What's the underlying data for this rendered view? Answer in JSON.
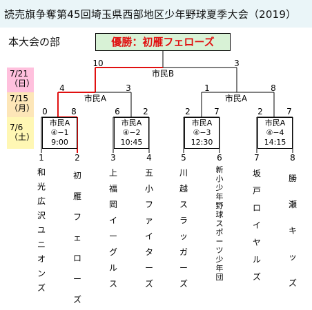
{
  "header": {
    "title": "読売旗争奪第45回埼玉県西部地区少年野球夏季大会（2019）",
    "section": "本大会の部",
    "champion_label": "優勝：初雁フェローズ"
  },
  "dates": [
    "7/21\n（日）",
    "7/15\n（月）",
    "7/6\n（土）"
  ],
  "bracket": {
    "final": {
      "label": "市民B",
      "score_left": "10",
      "score_right": "3"
    },
    "semis": [
      {
        "label": "市民A",
        "score_left": "4",
        "score_right": "3"
      },
      {
        "label": "市民A",
        "score_left": "1",
        "score_right": "8"
      }
    ],
    "quarters": [
      {
        "score_left": "0",
        "score_right": "8",
        "venue": "市民A",
        "game": "④−1",
        "time": "9:00"
      },
      {
        "score_left": "6",
        "score_right": "2",
        "venue": "市民A",
        "game": "④−2",
        "time": "10:45"
      },
      {
        "score_left": "2",
        "score_right": "7",
        "venue": "市民A",
        "game": "④−3",
        "time": "12:30"
      },
      {
        "score_left": "2",
        "score_right": "7",
        "venue": "市民A",
        "game": "④−4",
        "time": "14:15"
      }
    ]
  },
  "teams": [
    {
      "number": "1",
      "name": "和光広沢ユニオンズ"
    },
    {
      "number": "2",
      "name": "初雁フェローズ"
    },
    {
      "number": "3",
      "name": "上福岡イーグルス"
    },
    {
      "number": "4",
      "name": "五小ファイターズ"
    },
    {
      "number": "5",
      "name": "川越スラッガーズ"
    },
    {
      "number": "6",
      "name": "新小少年野球スポーツ少年団"
    },
    {
      "number": "7",
      "name": "坂戸ロイヤルズ"
    },
    {
      "number": "8",
      "name": "勝瀬キッズ"
    }
  ]
}
